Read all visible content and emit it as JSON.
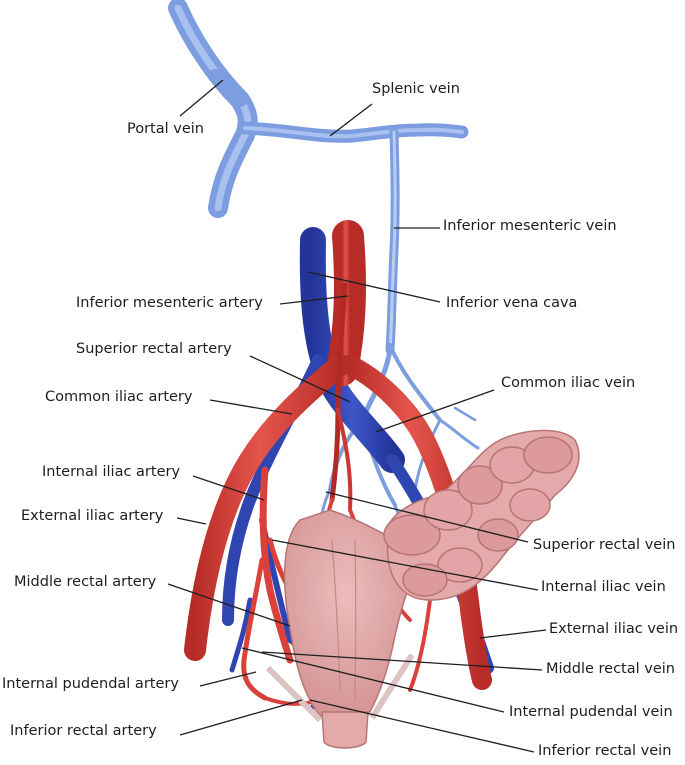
{
  "labels": {
    "portal_vein": "Portal vein",
    "splenic_vein": "Splenic vein",
    "inferior_mesenteric_vein": "Inferior mesenteric vein",
    "inferior_mesenteric_artery": "Inferior mesenteric artery",
    "inferior_vena_cava": "Inferior vena cava",
    "superior_rectal_artery": "Superior rectal artery",
    "common_iliac_artery": "Common iliac artery",
    "common_iliac_vein": "Common iliac vein",
    "internal_iliac_artery": "Internal iliac artery",
    "external_iliac_artery": "External iliac artery",
    "superior_rectal_vein": "Superior rectal vein",
    "internal_iliac_vein": "Internal iliac vein",
    "middle_rectal_artery": "Middle rectal artery",
    "external_iliac_vein": "External iliac vein",
    "middle_rectal_vein": "Middle rectal vein",
    "internal_pudendal_artery": "Internal pudendal artery",
    "internal_pudendal_vein": "Internal pudendal vein",
    "inferior_rectal_artery": "Inferior rectal  artery",
    "inferior_rectal_vein": "Inferior rectal  vein"
  },
  "colors": {
    "artery": "#d9413a",
    "artery_dark": "#b22a26",
    "vein_deep": "#2f45b0",
    "portal_vein": "#7c9ee0",
    "portal_vein_light": "#a9c1ee",
    "rectum": "#e6a7a7",
    "rectum_dark": "#c27e7e",
    "leader": "#1e1e1e"
  }
}
